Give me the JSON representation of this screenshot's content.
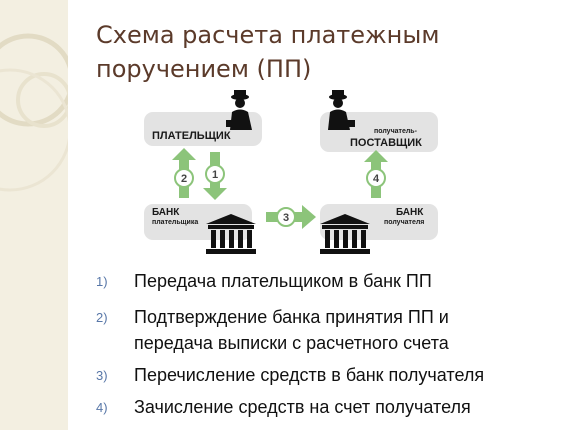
{
  "title_line1": "Схема расчета платежным",
  "title_line2": "поручением (ПП)",
  "diagram": {
    "payer_label": "ПЛАТЕЛЬЩИК",
    "recipient_small": "получатель-",
    "recipient_label": "ПОСТАВЩИК",
    "bank_payer_label": "БАНК",
    "bank_payer_sub": "плательщика",
    "bank_recipient_label": "БАНК",
    "bank_recipient_sub": "получателя",
    "step_1": "1",
    "step_2": "2",
    "step_3": "3",
    "step_4": "4"
  },
  "steps": [
    {
      "num": "1)",
      "lines": [
        "Передача плательщиком в банк ПП"
      ]
    },
    {
      "num": "2)",
      "lines": [
        "Подтверждение банка принятия ПП и",
        "передача выписки с расчетного счета"
      ]
    },
    {
      "num": "3)",
      "lines": [
        "Перечисление средств в банк получателя"
      ]
    },
    {
      "num": "4)",
      "lines": [
        "Зачисление средств на счет получателя"
      ]
    }
  ],
  "colors": {
    "title": "#5b3a2a",
    "arrow": "#8cc47a",
    "box": "#e3e3e3",
    "sidebar": "#f3efe1",
    "list_number": "#5877a8"
  },
  "icons": [
    "businessman-icon",
    "bank-building-icon"
  ]
}
